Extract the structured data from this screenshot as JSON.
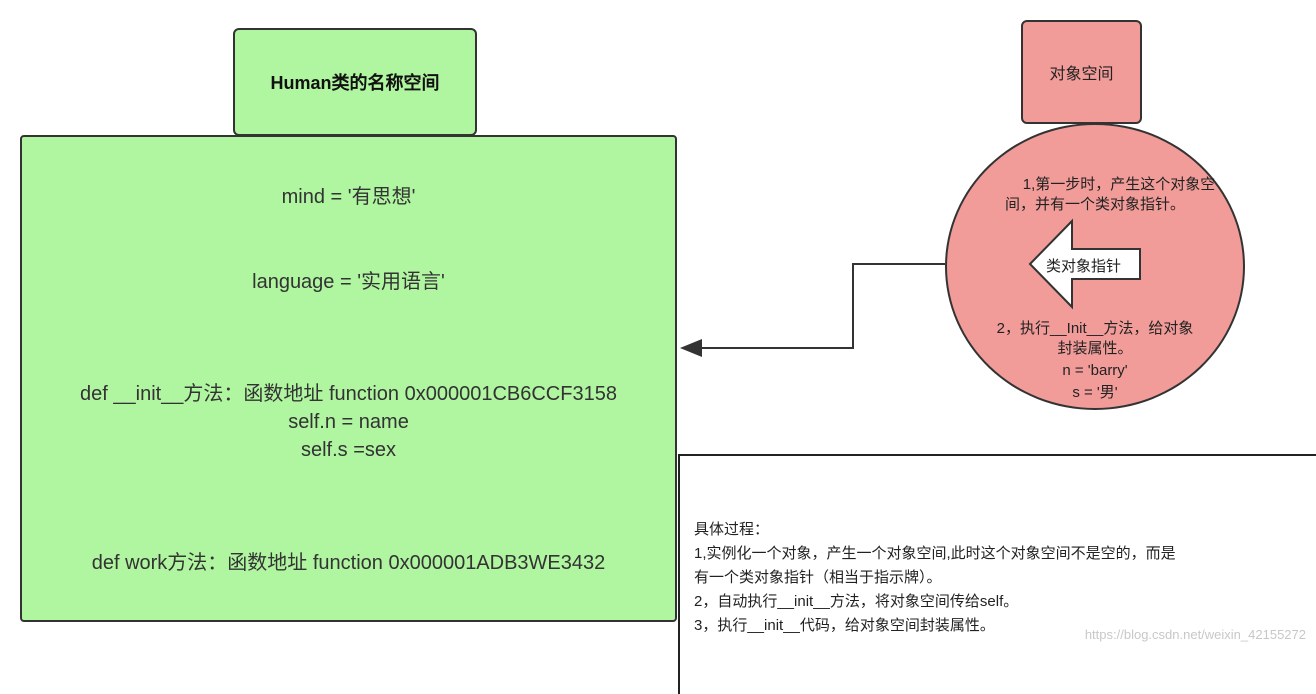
{
  "class_namespace": {
    "title": "Human类的名称空间",
    "lines": {
      "mind": "mind = '有思想'",
      "language": "language = '实用语言'",
      "init_def": "def __init__方法：函数地址 function 0x000001CB6CCF3158",
      "init_n": "self.n = name",
      "init_s": "self.s =sex",
      "work_def": "def work方法：函数地址 function 0x000001ADB3WE3432"
    }
  },
  "object_namespace": {
    "title": "对象空间",
    "step1_line1": "1,第一步时，产生这个对象空",
    "step1_line2": "间，并有一个类对象指针。",
    "pointer_label": "类对象指针",
    "step2_line1": "2，执行__Init__方法，给对象",
    "step2_line2": "封装属性。",
    "attr_n": "n = 'barry'",
    "attr_s": "s = '男'"
  },
  "process": {
    "heading": "具体过程：",
    "line1": "1,实例化一个对象，产生一个对象空间,此时这个对象空间不是空的，而是",
    "line2": "有一个类对象指针（相当于指示牌）。",
    "line3": "2，自动执行__init__方法，将对象空间传给self。",
    "line4": "3，执行__init__代码，给对象空间封装属性。"
  },
  "watermark": "https://blog.csdn.net/weixin_42155272",
  "colors": {
    "class_fill": "#b0f5a0",
    "object_fill": "#f19c99",
    "border": "#333333"
  }
}
